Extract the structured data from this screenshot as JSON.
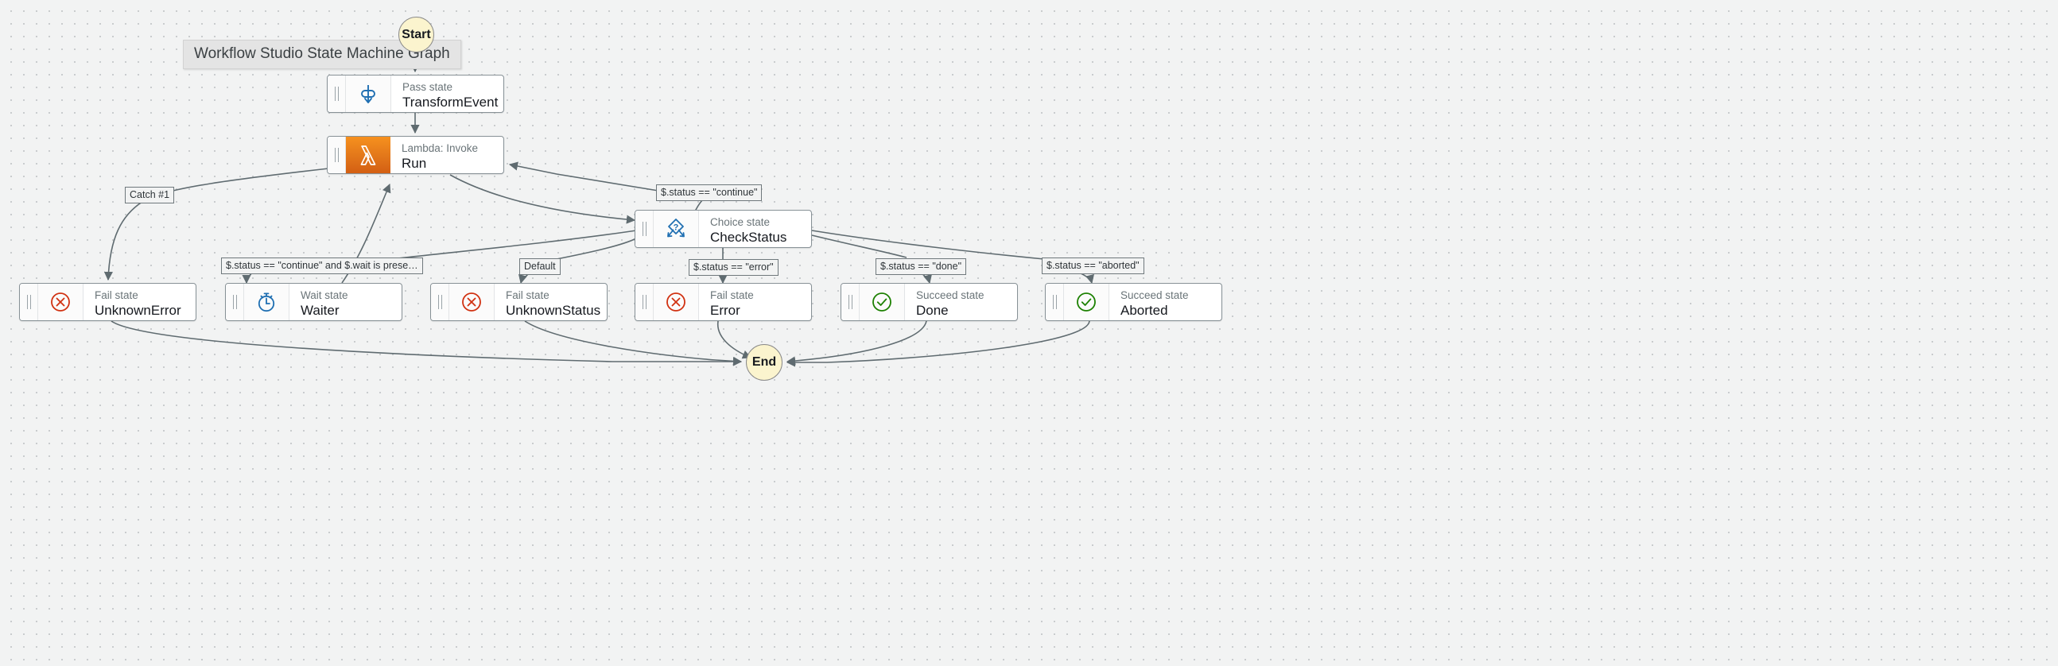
{
  "canvas": {
    "title_chip": "Workflow Studio State Machine Graph",
    "background_color": "#f2f3f3",
    "dot_color": "#c9ccce"
  },
  "terminals": [
    {
      "id": "start",
      "label": "Start",
      "fill": "#fbf4ce"
    },
    {
      "id": "end",
      "label": "End",
      "fill": "#fbf4ce"
    }
  ],
  "states": [
    {
      "id": "transformevent",
      "type_label": "Pass state",
      "name": "TransformEvent",
      "icon": "pass-state-icon",
      "accent": "#1f6fb2"
    },
    {
      "id": "run",
      "type_label": "Lambda: Invoke",
      "name": "Run",
      "icon": "aws-lambda-icon",
      "accent": "#e2761a"
    },
    {
      "id": "checkstatus",
      "type_label": "Choice state",
      "name": "CheckStatus",
      "icon": "choice-state-icon",
      "accent": "#1f6fb2"
    },
    {
      "id": "unknownerror",
      "type_label": "Fail state",
      "name": "UnknownError",
      "icon": "fail-state-icon",
      "accent": "#d13212"
    },
    {
      "id": "waiter",
      "type_label": "Wait state",
      "name": "Waiter",
      "icon": "wait-state-icon",
      "accent": "#1f6fb2"
    },
    {
      "id": "unknownstatus",
      "type_label": "Fail state",
      "name": "UnknownStatus",
      "icon": "fail-state-icon",
      "accent": "#d13212"
    },
    {
      "id": "error",
      "type_label": "Fail state",
      "name": "Error",
      "icon": "fail-state-icon",
      "accent": "#d13212"
    },
    {
      "id": "done",
      "type_label": "Succeed state",
      "name": "Done",
      "icon": "succeed-state-icon",
      "accent": "#1d8102"
    },
    {
      "id": "aborted",
      "type_label": "Succeed state",
      "name": "Aborted",
      "icon": "succeed-state-icon",
      "accent": "#1d8102"
    }
  ],
  "edge_labels": [
    {
      "id": "catch1",
      "text": "Catch #1"
    },
    {
      "id": "continue",
      "text": "$.status == \"continue\""
    },
    {
      "id": "continue_wait",
      "text": "$.status == \"continue\" and $.wait is prese…"
    },
    {
      "id": "default",
      "text": "Default"
    },
    {
      "id": "error",
      "text": "$.status == \"error\""
    },
    {
      "id": "done",
      "text": "$.status == \"done\""
    },
    {
      "id": "aborted",
      "text": "$.status == \"aborted\""
    }
  ],
  "edges": [
    {
      "from": "start",
      "to": "transformevent",
      "label": null
    },
    {
      "from": "transformevent",
      "to": "run",
      "label": null
    },
    {
      "from": "run",
      "to": "unknownerror",
      "label": "Catch #1"
    },
    {
      "from": "run",
      "to": "checkstatus",
      "label": null
    },
    {
      "from": "checkstatus",
      "to": "run",
      "label": "$.status == \"continue\""
    },
    {
      "from": "checkstatus",
      "to": "waiter",
      "label": "$.status == \"continue\" and $.wait is prese…"
    },
    {
      "from": "waiter",
      "to": "run",
      "label": null
    },
    {
      "from": "checkstatus",
      "to": "unknownstatus",
      "label": "Default"
    },
    {
      "from": "checkstatus",
      "to": "error",
      "label": "$.status == \"error\""
    },
    {
      "from": "checkstatus",
      "to": "done",
      "label": "$.status == \"done\""
    },
    {
      "from": "checkstatus",
      "to": "aborted",
      "label": "$.status == \"aborted\""
    },
    {
      "from": "unknownerror",
      "to": "end",
      "label": null
    },
    {
      "from": "unknownstatus",
      "to": "end",
      "label": null
    },
    {
      "from": "error",
      "to": "end",
      "label": null
    },
    {
      "from": "done",
      "to": "end",
      "label": null
    },
    {
      "from": "aborted",
      "to": "end",
      "label": null
    }
  ]
}
